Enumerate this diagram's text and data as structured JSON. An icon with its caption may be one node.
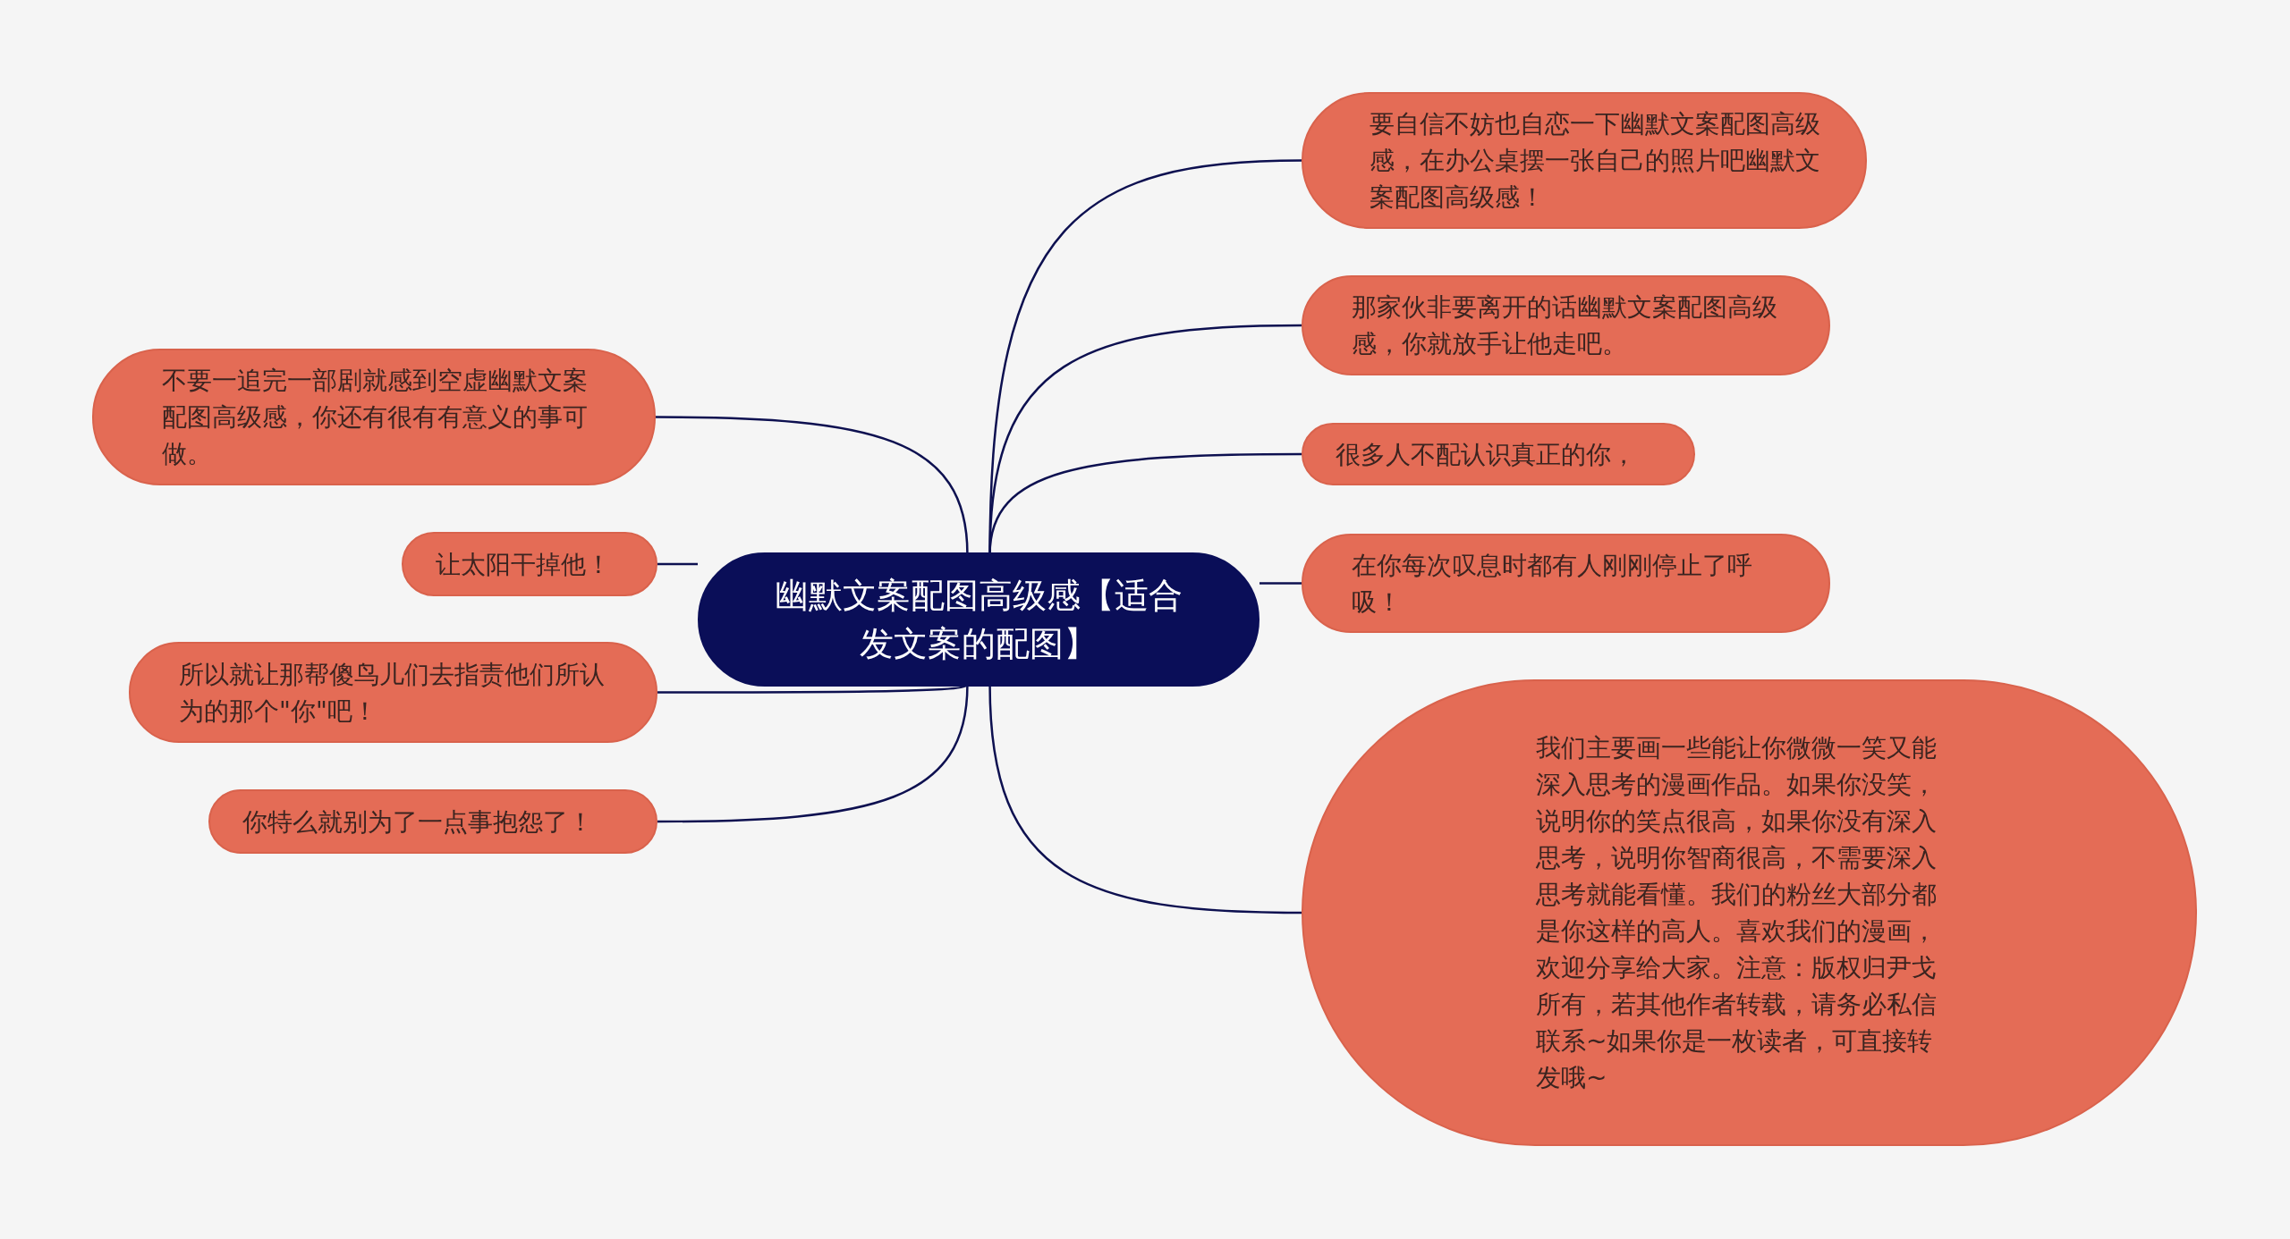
{
  "diagram": {
    "nodes": [
      {
        "text": [
          "幽默文案配图高级感【适合发文案的配图】"
        ]
      },
      {
        "text": [
          "要自信不妨也自恋一下幽默文案配图高级感，在办公桌摆一张自己的照片吧幽默文案配图高级感！"
        ]
      },
      {
        "text": [
          "那家伙非要离开的话幽默文案配图高级感，你就放手让他走吧。"
        ]
      },
      {
        "text": [
          "很多人不配认识真正的你，"
        ]
      },
      {
        "text": [
          "在你每次叹息时都有人刚刚停止了呼吸！"
        ]
      },
      {
        "text": [
          "我们主要画一些能让你微微一笑又能深入思考的漫画作品。如果你没笑，说明你的笑点很高，如果你没有深入思考，说明你智商很高，不需要深入思考就能看懂。我们的粉丝大部分都是你这样的高人。喜欢我们的漫画，欢迎分享给大家。注意：版权归尹戈所有，若其他作者转载，请务必私信联系~如果你是一枚读者，可直接转发哦~"
        ]
      },
      {
        "text": [
          "不要一追完一部剧就感到空虚幽默文案配图高级感，你还有很有有意义的事可做。"
        ]
      },
      {
        "text": [
          "让太阳干掉他！"
        ]
      },
      {
        "text": [
          "所以就让那帮傻鸟儿们去指责他们所认为的那个\"你\"吧！"
        ]
      },
      {
        "text": [
          "你特么就别为了一点事抱怨了！"
        ]
      }
    ],
    "edges": [
      {
        "from": 0,
        "to": 1,
        "arrow": "none"
      },
      {
        "from": 0,
        "to": 2,
        "arrow": "none"
      },
      {
        "from": 0,
        "to": 3,
        "arrow": "none"
      },
      {
        "from": 0,
        "to": 4,
        "arrow": "none"
      },
      {
        "from": 0,
        "to": 5,
        "arrow": "none"
      },
      {
        "from": 0,
        "to": 6,
        "arrow": "none"
      },
      {
        "from": 0,
        "to": 7,
        "arrow": "none"
      },
      {
        "from": 0,
        "to": 8,
        "arrow": "none"
      },
      {
        "from": 0,
        "to": 9,
        "arrow": "none"
      }
    ]
  }
}
